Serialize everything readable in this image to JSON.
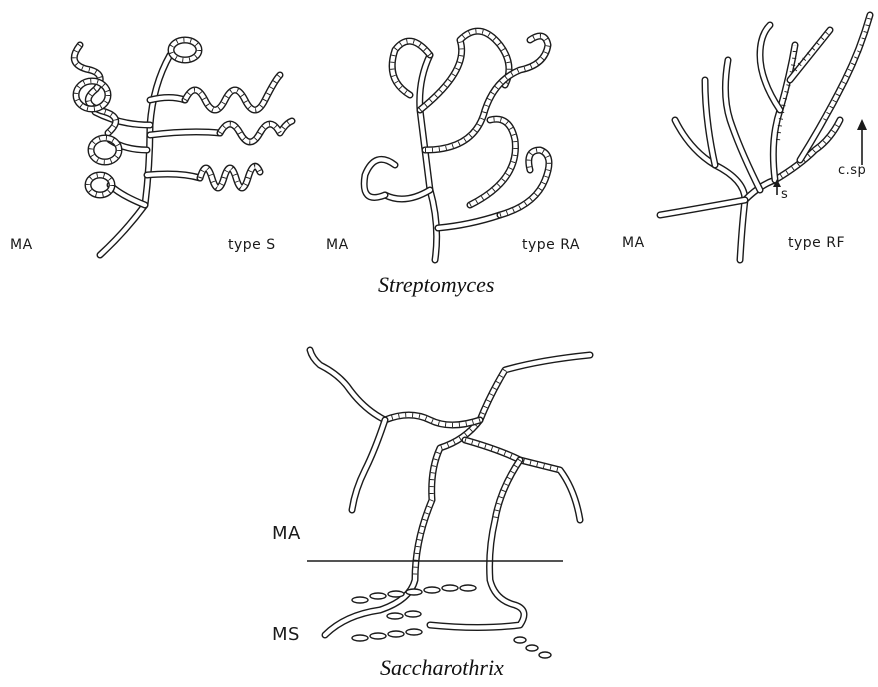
{
  "top_panels": [
    {
      "left_label": "MA",
      "type_label": "type S"
    },
    {
      "left_label": "MA",
      "type_label": "type RA"
    },
    {
      "left_label": "MA",
      "type_label": "type RF",
      "annotations": [
        "c.sp",
        "s"
      ]
    }
  ],
  "top_caption": "Streptomyces",
  "bottom_panel": {
    "label_above": "MA",
    "label_below": "MS",
    "caption": "Saccharothrix"
  }
}
